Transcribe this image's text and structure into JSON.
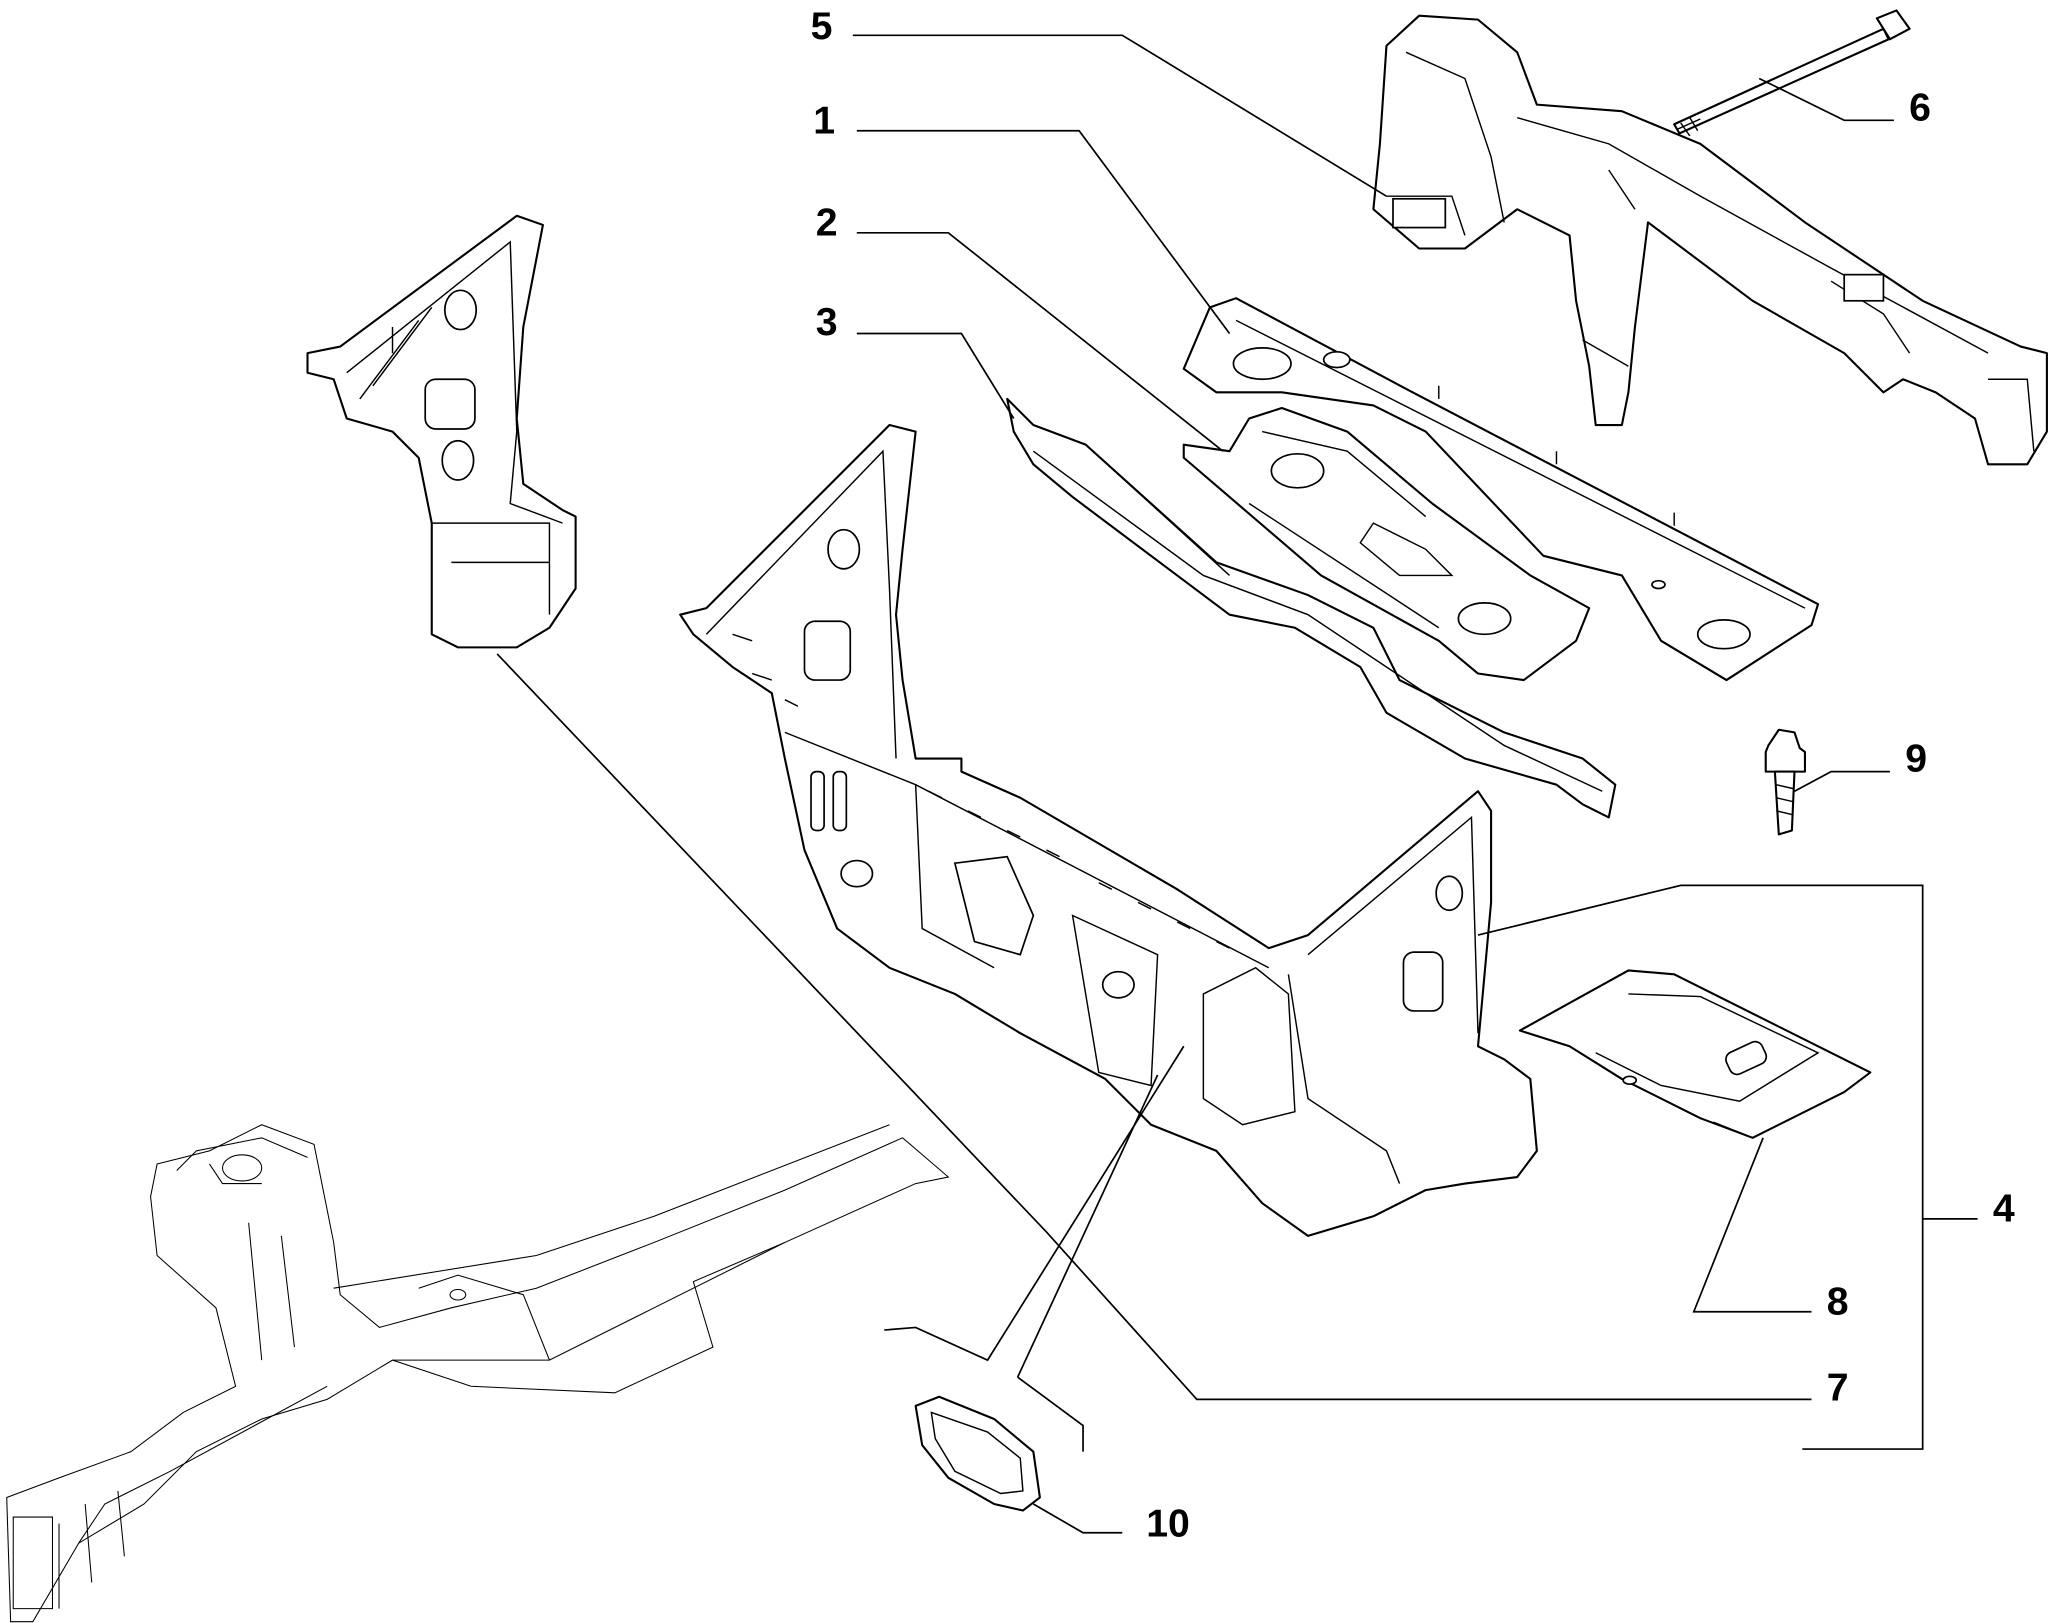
{
  "diagram": {
    "type": "exploded parts diagram",
    "callouts": [
      {
        "id": "5",
        "label": "5"
      },
      {
        "id": "1",
        "label": "1"
      },
      {
        "id": "2",
        "label": "2"
      },
      {
        "id": "3",
        "label": "3"
      },
      {
        "id": "6",
        "label": "6"
      },
      {
        "id": "9",
        "label": "9"
      },
      {
        "id": "4",
        "label": "4"
      },
      {
        "id": "8",
        "label": "8"
      },
      {
        "id": "7",
        "label": "7"
      },
      {
        "id": "10",
        "label": "10"
      }
    ],
    "stroke_color": "#000000",
    "background_color": "#ffffff"
  }
}
